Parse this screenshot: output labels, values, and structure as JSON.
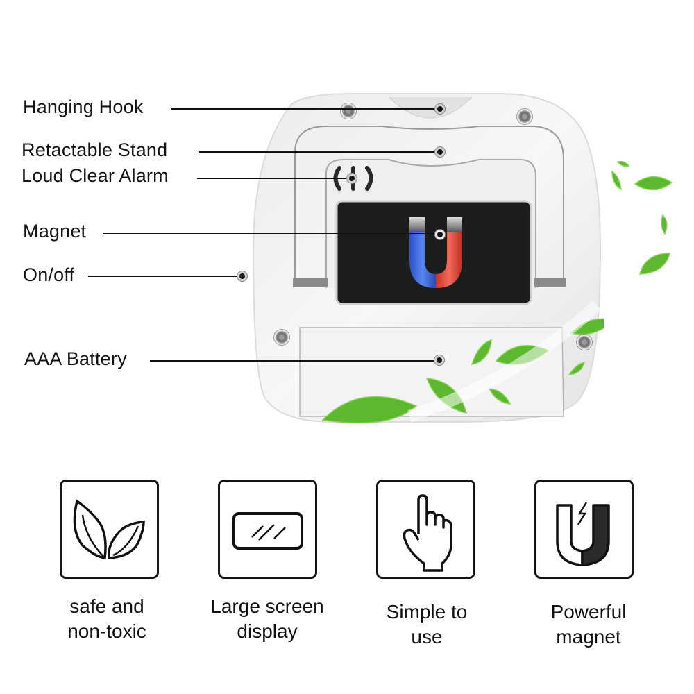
{
  "product_diagram": {
    "callouts": [
      {
        "id": "hanging-hook",
        "label": "Hanging Hook"
      },
      {
        "id": "retractable-stand",
        "label": "Retactable Stand"
      },
      {
        "id": "loud-clear-alarm",
        "label": "Loud Clear Alarm"
      },
      {
        "id": "magnet",
        "label": "Magnet"
      },
      {
        "id": "on-off",
        "label": "On/off"
      },
      {
        "id": "aaa-battery",
        "label": "AAA Battery"
      }
    ],
    "colors": {
      "device_body": "#f2f2f2",
      "magnet_panel": "#1c1c1c",
      "magnet_blue": "#3563d6",
      "magnet_red": "#e0483a",
      "leaf_green": "#5cb82e"
    }
  },
  "features": [
    {
      "icon": "leaves-icon",
      "line1": "safe and",
      "line2": "non-toxic"
    },
    {
      "icon": "large-screen-icon",
      "line1": "Large screen",
      "line2": "display"
    },
    {
      "icon": "pointing-hand-icon",
      "line1": "Simple to",
      "line2": "use"
    },
    {
      "icon": "magnet-icon",
      "line1": "Powerful",
      "line2": "magnet"
    }
  ]
}
